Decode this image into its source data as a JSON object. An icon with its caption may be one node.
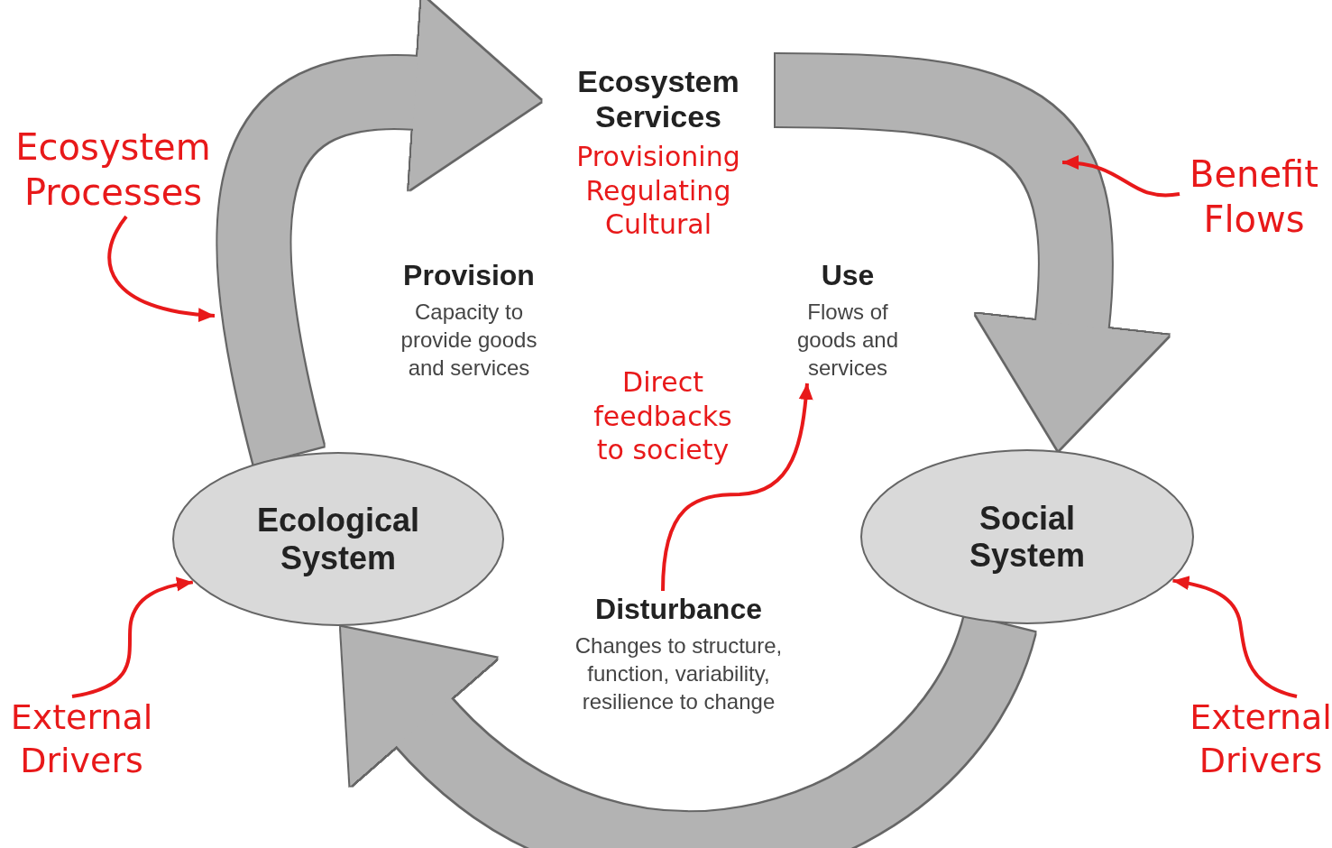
{
  "diagram": {
    "nodes": [
      {
        "text": [
          "Ecosystem Services",
          "Provisioning Regulating Cultural"
        ]
      },
      {
        "text": [
          "Provision",
          "Capacity to provide goods and services"
        ]
      },
      {
        "text": [
          "Use",
          "Flows of goods and services"
        ]
      },
      {
        "text": [
          "Ecological System"
        ]
      },
      {
        "text": [
          "Social System"
        ]
      },
      {
        "text": [
          "Disturbance",
          "Changes to structure, function, variability, resilience to change"
        ]
      },
      {
        "text": [
          "Ecosystem Processes"
        ]
      },
      {
        "text": [
          "Benefit Flows"
        ]
      },
      {
        "text": [
          "External Drivers"
        ]
      },
      {
        "text": [
          "External Drivers"
        ]
      }
    ],
    "edges": [
      {
        "from": 3,
        "to": 0,
        "arrow": "to",
        "style": "thick",
        "color": "#b3b3b3"
      },
      {
        "from": 0,
        "to": 4,
        "arrow": "to",
        "style": "thick",
        "color": "#b3b3b3"
      },
      {
        "from": 4,
        "to": 3,
        "arrow": "to",
        "style": "thick",
        "color": "#b3b3b3"
      },
      {
        "from": 6,
        "to": null,
        "arrow": "to"
      },
      {
        "from": 7,
        "to": null,
        "arrow": "to"
      },
      {
        "from": 5,
        "to": 2,
        "arrow": "to",
        "label": "Direct feedbacks to society"
      },
      {
        "from": 8,
        "to": 3,
        "arrow": "to"
      },
      {
        "from": 9,
        "to": 4,
        "arrow": "to"
      }
    ]
  }
}
